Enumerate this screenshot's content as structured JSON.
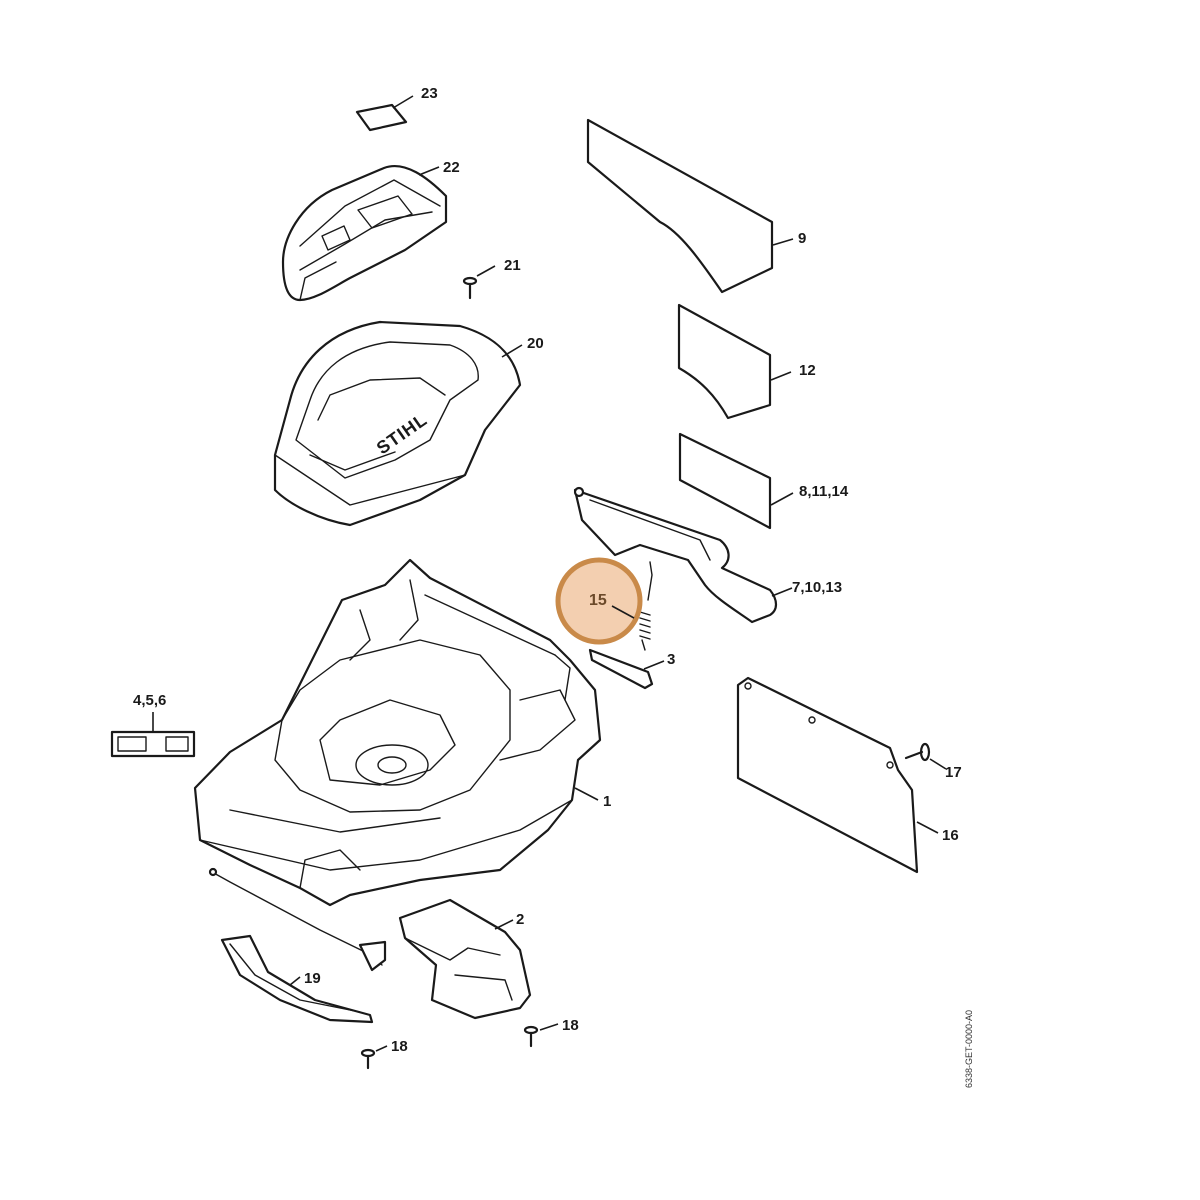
{
  "labels": {
    "p1": "1",
    "p2": "2",
    "p3": "3",
    "p456": "4,5,6",
    "p7": "7,10,13",
    "p8": "8,11,14",
    "p9": "9",
    "p12": "12",
    "p15": "15",
    "p16": "16",
    "p17": "17",
    "p18a": "18",
    "p18b": "18",
    "p19": "19",
    "p20": "20",
    "p21": "21",
    "p22": "22",
    "p23": "23"
  },
  "brand": "STIHL",
  "doc_code": "6338-GET-0000-A0",
  "highlight": {
    "label": "15",
    "color": "#f3cfb0",
    "border": "#c98a49"
  }
}
